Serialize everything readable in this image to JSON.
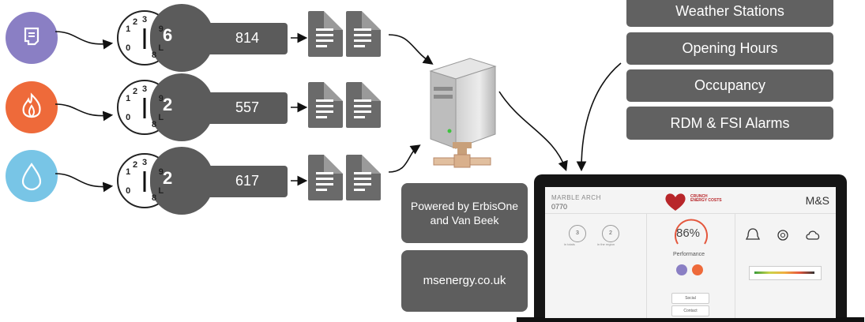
{
  "utilities": [
    {
      "name": "electricity",
      "icon": "meter-plug-icon",
      "color": "#8a7fc4",
      "digit": "6",
      "reading": "814"
    },
    {
      "name": "gas",
      "icon": "flame-icon",
      "color": "#ee6a3a",
      "digit": "2",
      "reading": "557"
    },
    {
      "name": "water",
      "icon": "water-drop-icon",
      "color": "#78c5e6",
      "digit": "2",
      "reading": "617"
    }
  ],
  "dial_numbers": [
    "1",
    "2",
    "3",
    "0",
    "8",
    "L",
    "9"
  ],
  "data_sources": [
    "Weather Stations",
    "Opening Hours",
    "Occupancy",
    "RDM & FSI Alarms"
  ],
  "info": {
    "powered_by": "Powered by ErbisOne and Van Beek",
    "website": "msenergy.co.uk"
  },
  "dashboard": {
    "store_name": "MARBLE ARCH",
    "store_code": "0770",
    "brand": "M&S",
    "logo_text": "CRUNCH ENERGY COSTS",
    "percent": "86%",
    "performance_label": "Performance",
    "rank_1": "3",
    "rank_2": "2",
    "rank_1_label": "in totals",
    "rank_2_label": "in the region",
    "social_button": "Social",
    "contact_button": "Contact"
  }
}
